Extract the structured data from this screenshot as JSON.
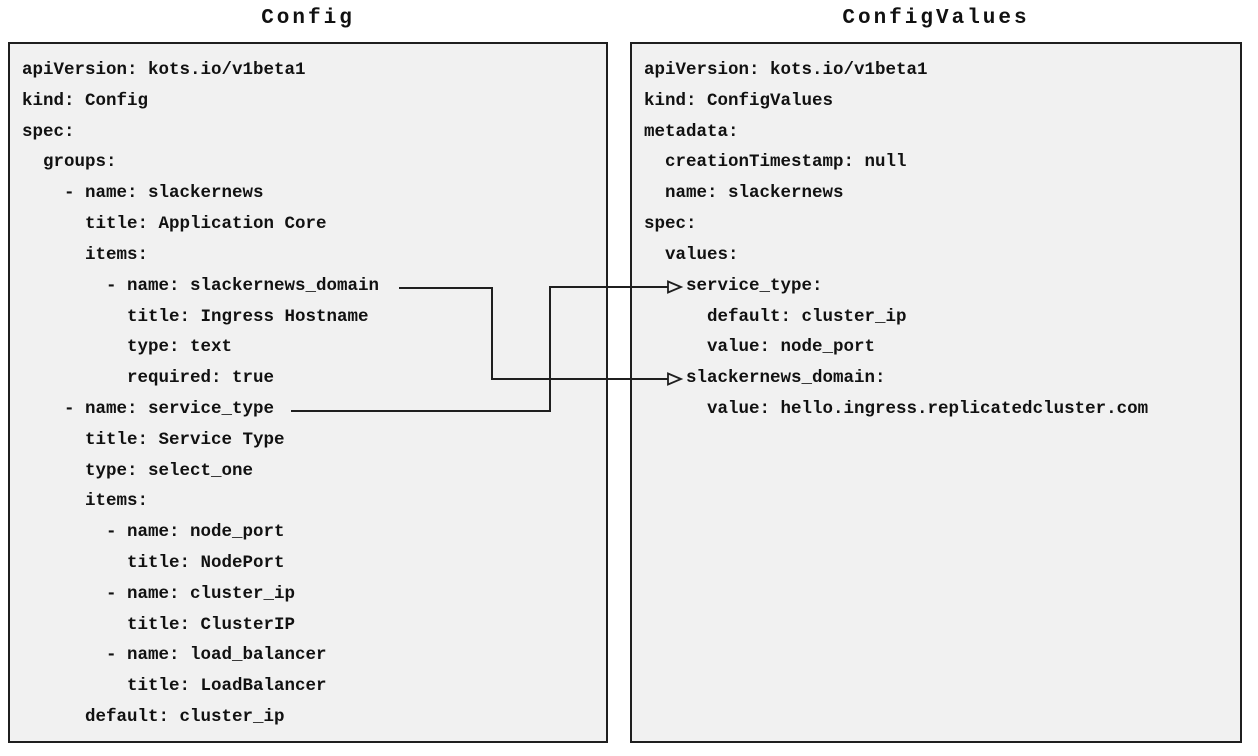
{
  "colors": {
    "page_background": "#ffffff",
    "box_background": "#f1f1f1",
    "box_border": "#1f1f1f",
    "text": "#111111",
    "connector": "#1f1f1f"
  },
  "config_panel": {
    "title": "Config",
    "lines": [
      "apiVersion: kots.io/v1beta1",
      "kind: Config",
      "spec:",
      "  groups:",
      "    - name: slackernews",
      "      title: Application Core",
      "      items:",
      "        - name: slackernews_domain",
      "          title: Ingress Hostname",
      "          type: text",
      "          required: true",
      "    - name: service_type",
      "      title: Service Type",
      "      type: select_one",
      "      items:",
      "        - name: node_port",
      "          title: NodePort",
      "        - name: cluster_ip",
      "          title: ClusterIP",
      "        - name: load_balancer",
      "          title: LoadBalancer",
      "      default: cluster_ip"
    ]
  },
  "configvalues_panel": {
    "title": "ConfigValues",
    "lines": [
      "apiVersion: kots.io/v1beta1",
      "kind: ConfigValues",
      "metadata:",
      "  creationTimestamp: null",
      "  name: slackernews",
      "spec:",
      "  values:",
      "    service_type:",
      "      default: cluster_ip",
      "      value: node_port",
      "    slackernews_domain:",
      "      value: hello.ingress.replicatedcluster.com"
    ]
  },
  "connections": [
    {
      "source": "Config item name: slackernews_domain",
      "target": "ConfigValues value key: slackernews_domain"
    },
    {
      "source": "Config item name: service_type",
      "target": "ConfigValues value key: service_type"
    }
  ]
}
